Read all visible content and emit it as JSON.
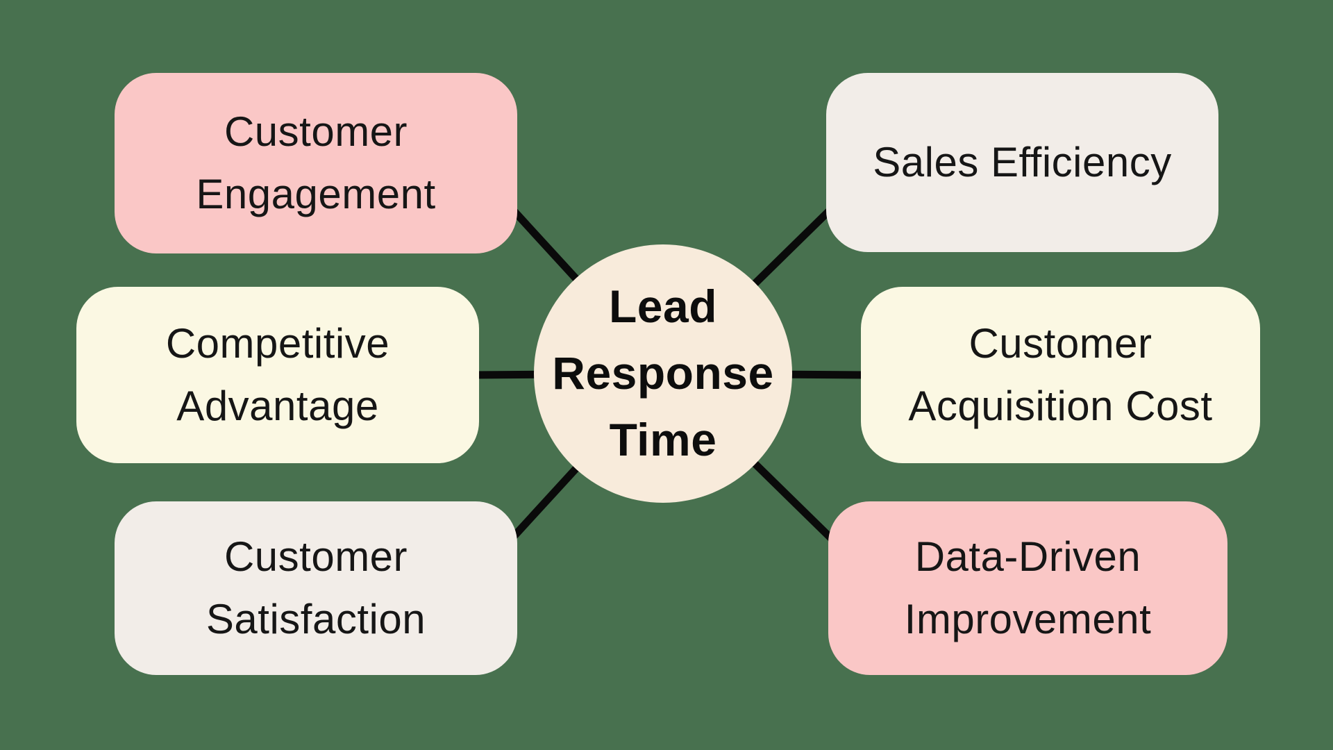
{
  "diagram": {
    "type": "hub-and-spoke",
    "center_node": {
      "label": "Lead Response Time"
    },
    "nodes": [
      {
        "label": "Customer Engagement",
        "position": "top-left",
        "color_key": "pink"
      },
      {
        "label": "Competitive Advantage",
        "position": "middle-left",
        "color_key": "cream"
      },
      {
        "label": "Customer Satisfaction",
        "position": "bottom-left",
        "color_key": "offwhite"
      },
      {
        "label": "Sales Efficiency",
        "position": "top-right",
        "color_key": "offwhite"
      },
      {
        "label": "Customer Acquisition Cost",
        "position": "middle-right",
        "color_key": "cream"
      },
      {
        "label": "Data-Driven Improvement",
        "position": "bottom-right",
        "color_key": "pink"
      }
    ]
  },
  "colors": {
    "background": "#48714F",
    "line": "#0A0A0A",
    "pink": "#FAC7C6",
    "cream": "#FBF8E3",
    "offwhite": "#F2EDE8",
    "center_circle": "#F8EBDB",
    "text": "#161616"
  }
}
